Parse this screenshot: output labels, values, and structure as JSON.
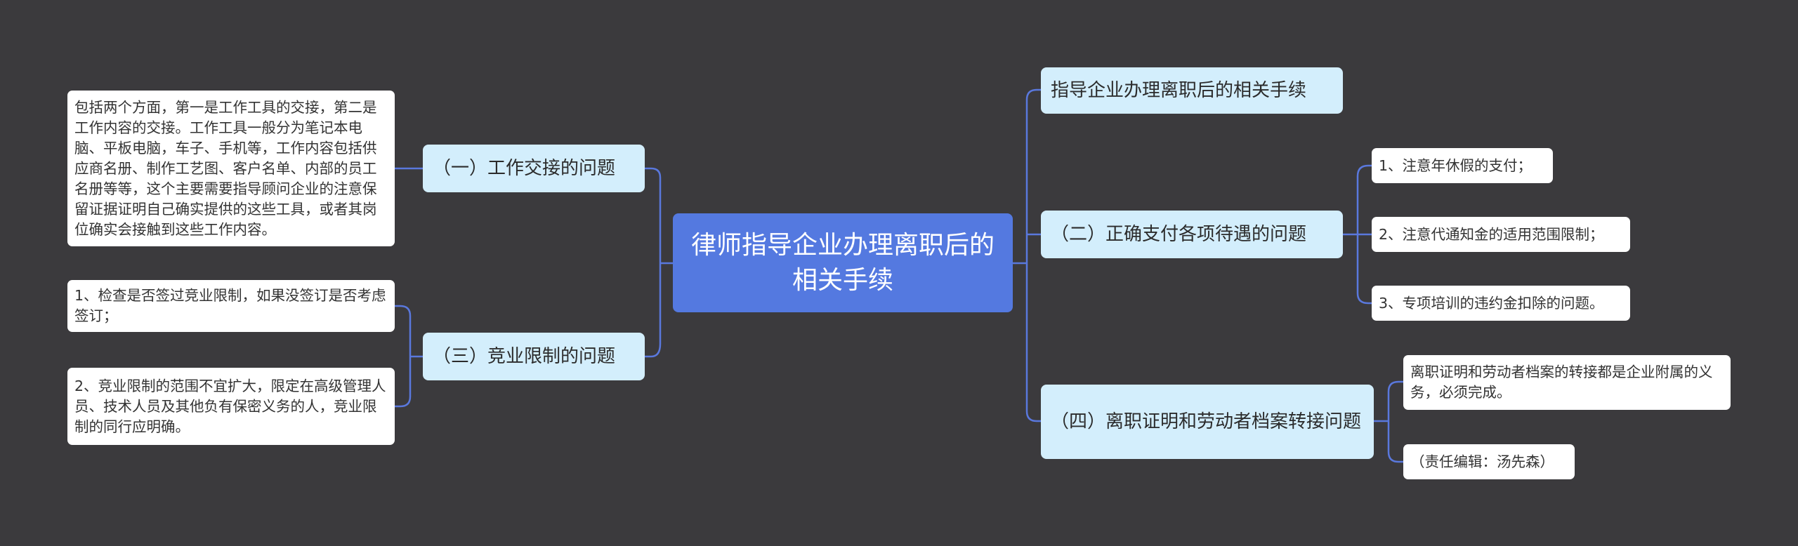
{
  "root": {
    "label": "律师指导企业办理离职后的相关手续"
  },
  "left": {
    "work_handover": {
      "label": "（一）工作交接的问题",
      "detail": "包括两个方面，第一是工作工具的交接，第二是工作内容的交接。工作工具一般分为笔记本电脑、平板电脑，车子、手机等，工作内容包括供应商名册、制作工艺图、客户名单、内部的员工名册等等，这个主要需要指导顾问企业的注意保留证据证明自己确实提供的这些工具，或者其岗位确实会接触到这些工作内容。"
    },
    "non_compete": {
      "label": "（三）竞业限制的问题",
      "items": [
        "1、检查是否签过竞业限制，如果没签订是否考虑签订；",
        "2、竞业限制的范围不宜扩大，限定在高级管理人员、技术人员及其他负有保密义务的人，竞业限制的同行应明确。"
      ]
    }
  },
  "right": {
    "procedures": {
      "label": "指导企业办理离职后的相关手续"
    },
    "payment": {
      "label": "（二）正确支付各项待遇的问题",
      "items": [
        "1、注意年休假的支付；",
        "2、注意代通知金的适用范围限制；",
        "3、专项培训的违约金扣除的问题。"
      ]
    },
    "certificate": {
      "label": "（四）离职证明和劳动者档案转接问题",
      "items": [
        "离职证明和劳动者档案的转接都是企业附属的义务，必须完成。",
        "（责任编辑：汤先森）"
      ]
    }
  },
  "colors": {
    "background": "#3b3a3d",
    "root": "#5479e0",
    "branch": "#d3eefc",
    "leaf": "#ffffff",
    "connector": "#5a78dd"
  }
}
